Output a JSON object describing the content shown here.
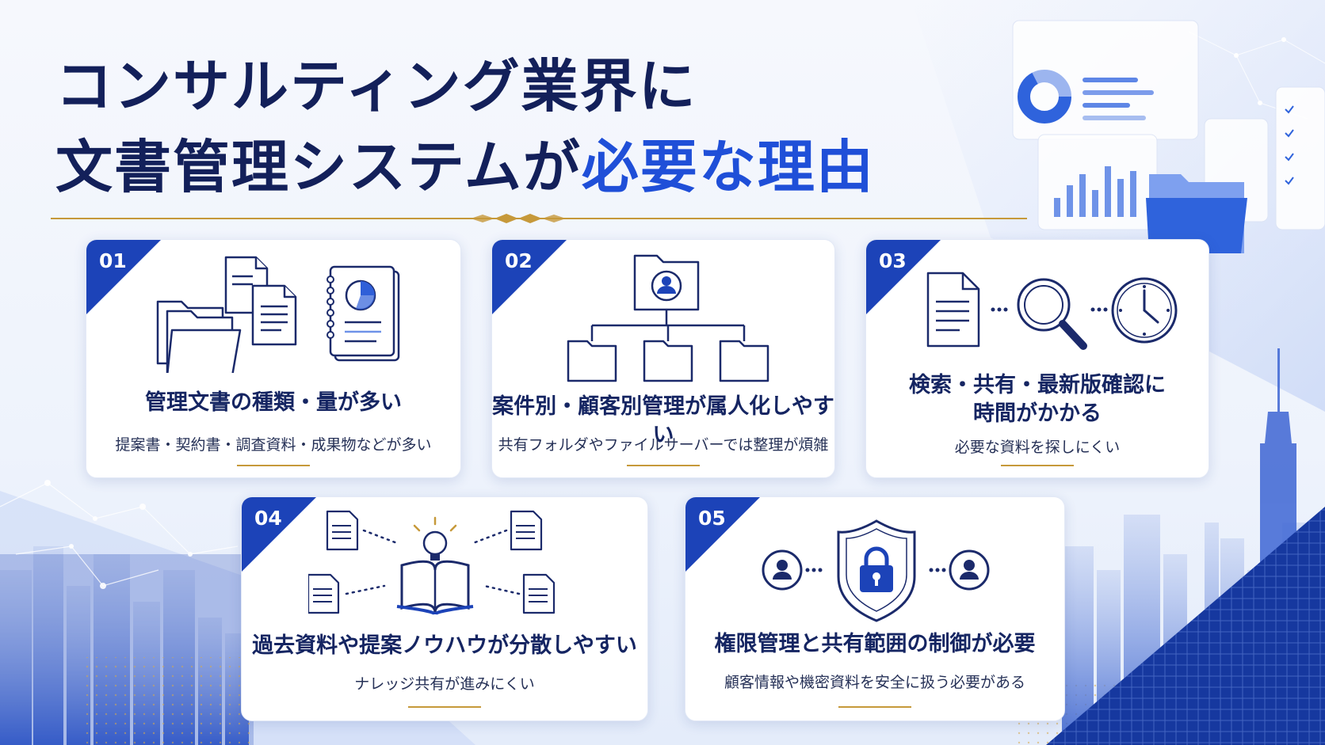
{
  "title": {
    "line1": "コンサルティング業界に",
    "line2_plain": "文書管理システムが",
    "line2_accent": "必要な理由"
  },
  "cards": [
    {
      "number": "01",
      "title": "管理文書の種類・量が多い",
      "desc": "提案書・契約書・調査資料・成果物などが多い"
    },
    {
      "number": "02",
      "title": "案件別・顧客別管理が属人化しやすい",
      "desc": "共有フォルダやファイルサーバーでは整理が煩雑"
    },
    {
      "number": "03",
      "title_line1": "検索・共有・最新版確認に",
      "title_line2": "時間がかかる",
      "desc": "必要な資料を探しにくい"
    },
    {
      "number": "04",
      "title": "過去資料や提案ノウハウが分散しやすい",
      "desc": "ナレッジ共有が進みにくい"
    },
    {
      "number": "05",
      "title": "権限管理と共有範囲の制御が必要",
      "desc": "顧客情報や機密資料を安全に扱う必要がある"
    }
  ],
  "colors": {
    "navy": "#13205a",
    "accent_blue": "#1f4fd8",
    "corner_blue": "#1c43b8",
    "gold": "#c6993a"
  },
  "icons": {
    "card1": [
      "folder-stack-icon",
      "document-icon",
      "report-notebook-icon"
    ],
    "card2": [
      "client-folder-icon",
      "folder-tree-icon"
    ],
    "card3": [
      "document-icon",
      "magnifier-icon",
      "clock-icon"
    ],
    "card4": [
      "document-icon",
      "open-book-lightbulb-icon"
    ],
    "card5": [
      "user-icon",
      "security-shield-lock-icon"
    ]
  }
}
